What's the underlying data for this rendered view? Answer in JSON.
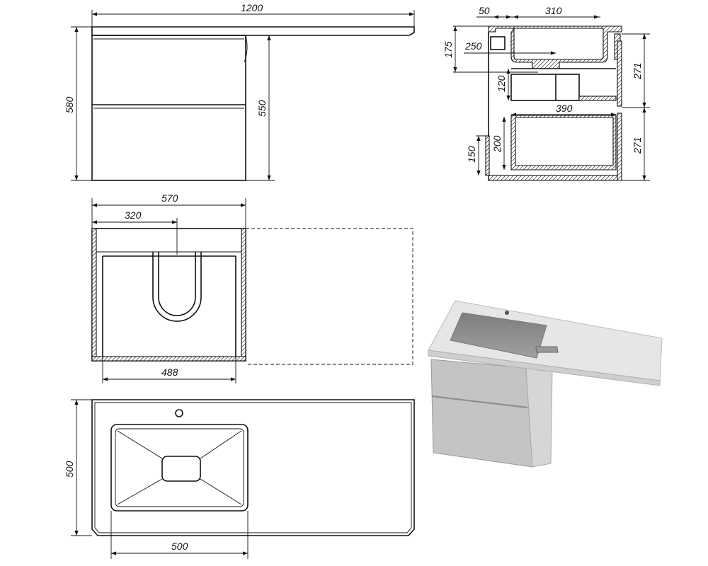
{
  "front_view": {
    "width_label": "1200",
    "height_label": "580",
    "cabinet_height_label": "550"
  },
  "section_view": {
    "offset_label": "50",
    "sink_width_label": "310",
    "sink_depth_label": "175",
    "drain_offset_label": "250",
    "siphon_height_label": "120",
    "drawer_width_label": "390",
    "upper_drawer_label": "271",
    "lower_drawer_label": "271",
    "drawer_box_label": "200",
    "plinth_label": "150"
  },
  "plan_view": {
    "width_label": "570",
    "cutout_offset_label": "320",
    "inner_width_label": "488"
  },
  "top_view": {
    "depth_label": "500",
    "sink_width_label": "500"
  },
  "colors": {
    "line": "#111111",
    "render_top": "#e6e6e6",
    "render_body": "#bdbdbd",
    "render_bowl": "#8f8f8f"
  }
}
